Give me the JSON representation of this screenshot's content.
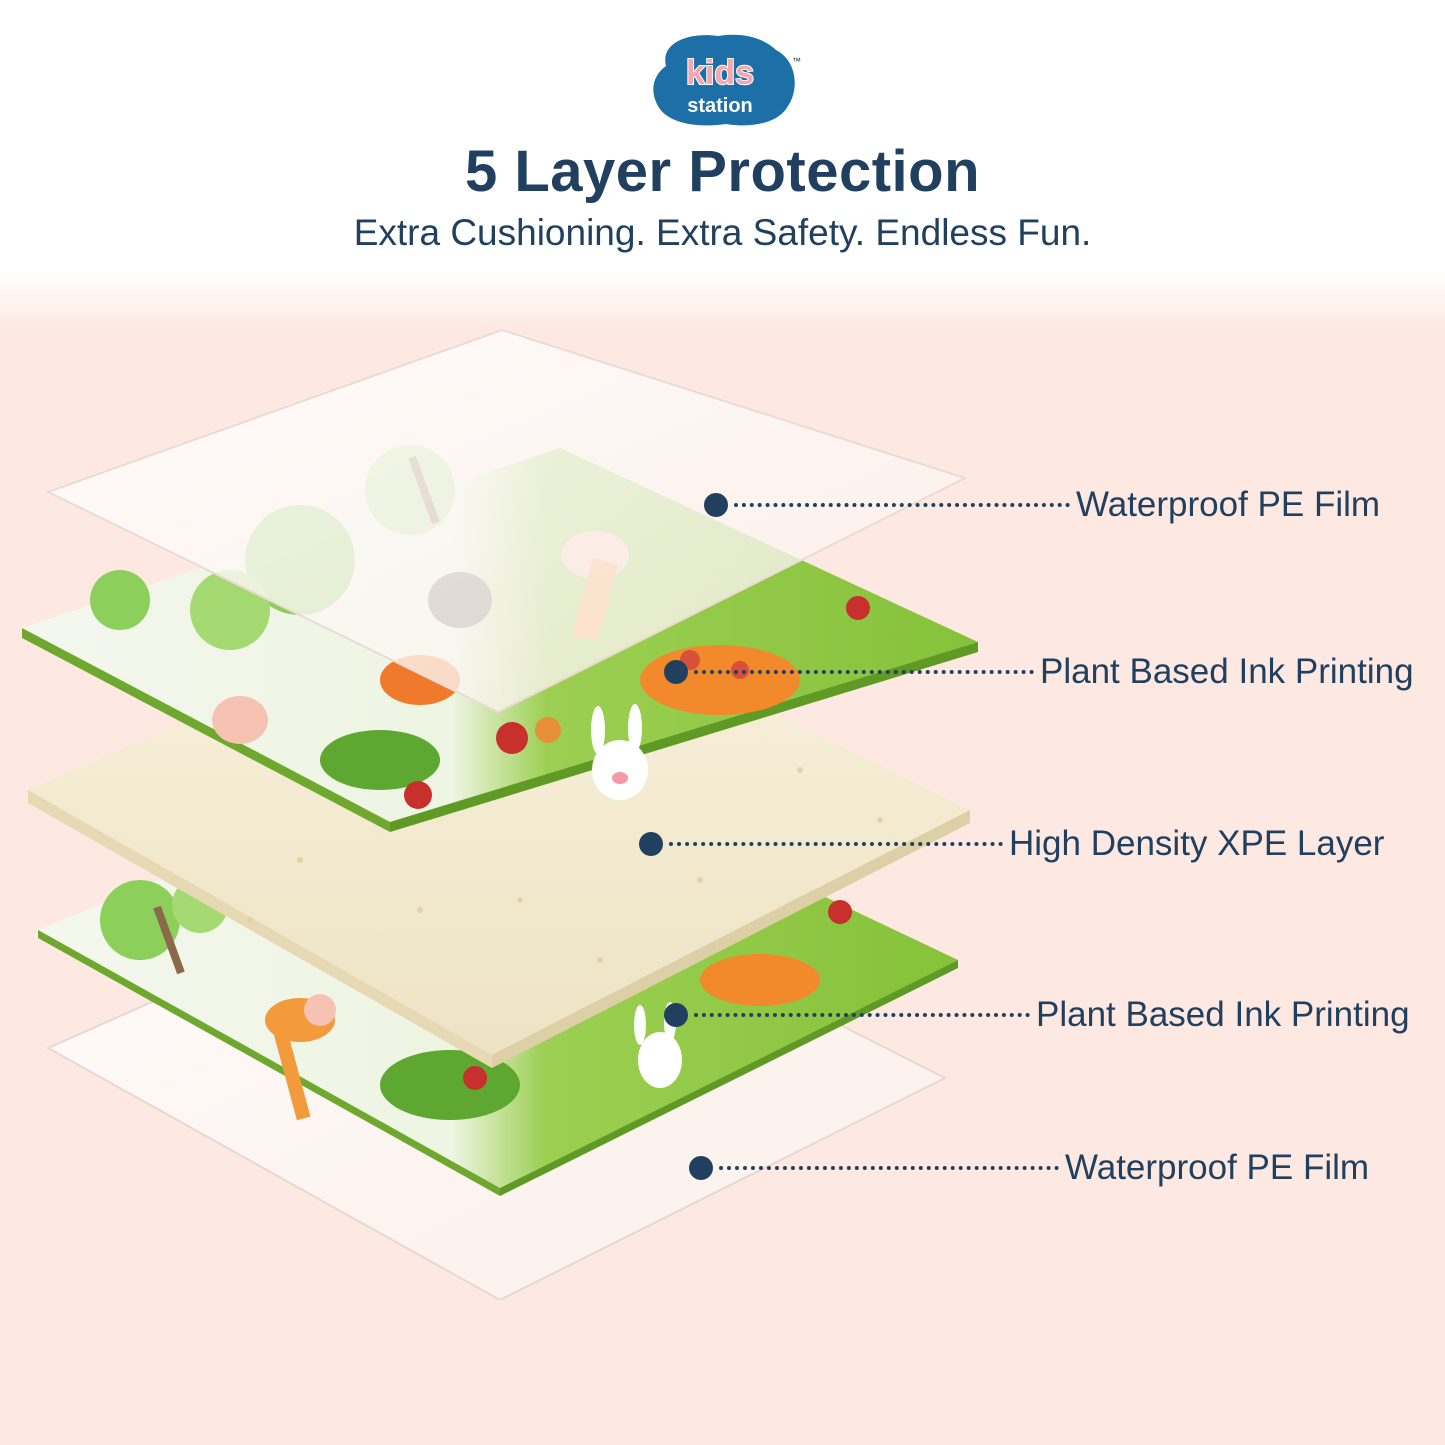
{
  "brand": {
    "logo_line1": "kids",
    "logo_line2": "station",
    "trademark": "™"
  },
  "header": {
    "title": "5 Layer Protection",
    "subtitle": "Extra Cushioning. Extra Safety. Endless Fun."
  },
  "layers": [
    {
      "label": "Waterproof PE Film"
    },
    {
      "label": "Plant Based Ink Printing"
    },
    {
      "label": "High Density XPE Layer"
    },
    {
      "label": "Plant Based Ink Printing"
    },
    {
      "label": "Waterproof PE Film"
    }
  ],
  "colors": {
    "text": "#21405f",
    "logo_bg": "#1d6fa8",
    "logo_kids": "#f5a6ae",
    "background": "#fde9e2",
    "foam": "#f4ecd2",
    "print_green": "#8cc63e",
    "film": "#fbf6f3"
  }
}
